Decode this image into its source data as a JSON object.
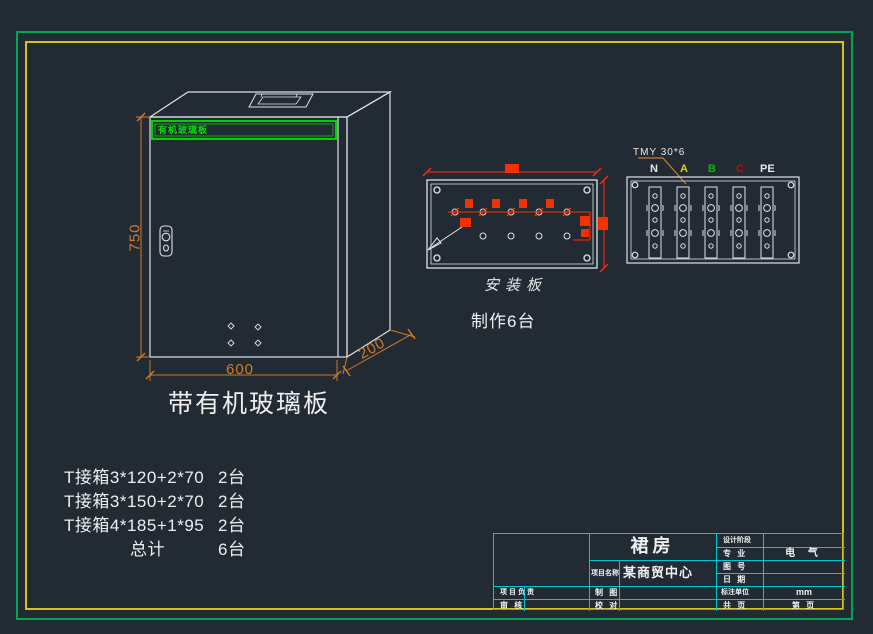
{
  "drawing": {
    "cabinet": {
      "strip_label": "有机玻璃板",
      "caption": "带有机玻璃板",
      "dims": {
        "height": "750",
        "width": "600",
        "depth": "200"
      }
    },
    "mounting_plate": {
      "caption": "安装板",
      "production_note": "制作6台"
    },
    "busbar_panel": {
      "spec": "TMY 30*6",
      "phases": [
        {
          "label": "N",
          "color": "#e8e8e8"
        },
        {
          "label": "A",
          "color": "#d6d600"
        },
        {
          "label": "B",
          "color": "#00c000"
        },
        {
          "label": "C",
          "color": "#d40000"
        },
        {
          "label": "PE",
          "color": "#e8e8e8"
        }
      ]
    }
  },
  "bom": {
    "rows": [
      {
        "item": "T接箱3*120+2*70",
        "qty": "2台"
      },
      {
        "item": "T接箱3*150+2*70",
        "qty": "2台"
      },
      {
        "item": "T接箱4*185+1*95",
        "qty": "2台"
      }
    ],
    "total_label": "总计",
    "total_qty": "6台"
  },
  "title_block": {
    "project_title": "裙房",
    "project_name_label": "项目名称",
    "project_name": "某商贸中心",
    "pm_label": "项目负责",
    "review_label": "审  核",
    "draft_label": "制  图",
    "check_label": "校  对",
    "stage_label": "设计阶段",
    "major_label": "专  业",
    "major_value": "电 气",
    "drawing_no_label": "图  号",
    "date_label": "日  期",
    "unit_label": "标注单位",
    "unit_value": "mm",
    "total_pages_label": "共  页",
    "page_label": "第  页"
  },
  "colors": {
    "sheet_border_outer": "#00a651",
    "sheet_border_inner": "#d6c31f",
    "title_block_lines": "#00c8d8",
    "dimension_orange": "#cf7b28",
    "detail_red": "#f23000",
    "strip_green": "#00d000"
  }
}
